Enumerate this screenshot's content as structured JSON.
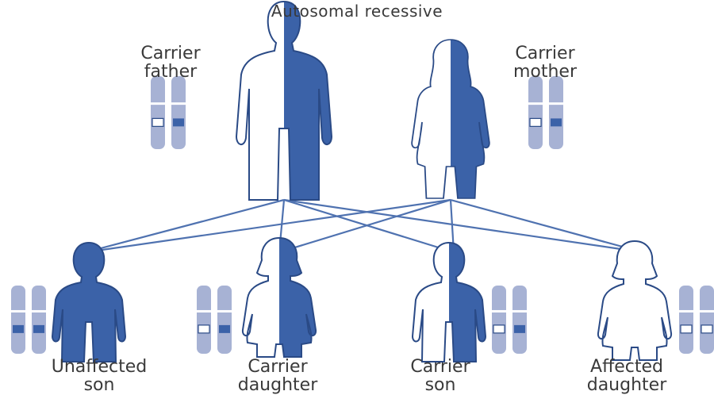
{
  "title": "Autosomal recessive",
  "colors": {
    "affected": "#3b62a8",
    "outline": "#2a4a86",
    "chromosome": "#a7b2d4",
    "line": "#4f72b0"
  },
  "parents": [
    {
      "line1": "Carrier",
      "line2": "father",
      "figure": "man",
      "status": "carrier"
    },
    {
      "line1": "Carrier",
      "line2": "mother",
      "figure": "woman",
      "status": "carrier"
    }
  ],
  "children": [
    {
      "line1": "Unaffected",
      "line2": "son",
      "figure": "boy",
      "fill": "solid"
    },
    {
      "line1": "Carrier",
      "line2": "daughter",
      "figure": "girl",
      "fill": "half"
    },
    {
      "line1": "Carrier",
      "line2": "son",
      "figure": "boy",
      "fill": "half"
    },
    {
      "line1": "Affected",
      "line2": "daughter",
      "figure": "girl",
      "fill": "white"
    }
  ]
}
